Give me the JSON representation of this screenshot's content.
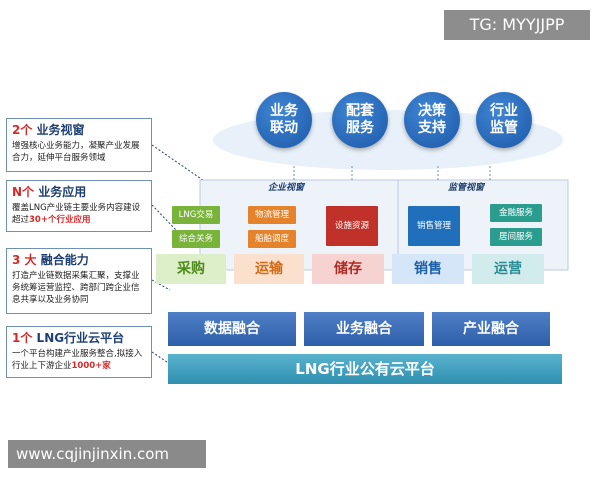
{
  "watermarks": {
    "top": "TG: MYYJJPP",
    "bottom": "www.cqjinjinxin.com"
  },
  "side_boxes": [
    {
      "num": "2个",
      "title": "业务视窗",
      "text": "增强核心业务能力，凝聚产业发展合力，延伸平台服务领域",
      "highlight": ""
    },
    {
      "num": "N个",
      "title": "业务应用",
      "text": "覆盖LNG产业链主要业务内容建设超过",
      "highlight": "30+个行业应用"
    },
    {
      "num": "3 大",
      "title": "融合能力",
      "text": "打造产业链数据采集汇聚，支撑业务统筹运营监控、跨部门跨企业信息共享以及业务协同",
      "highlight": ""
    },
    {
      "num": "1个",
      "title": "LNG行业云平台",
      "text": "一个平台构建产业服务整合,拟接入行业上下游企业",
      "highlight": "1000+家"
    }
  ],
  "top_circles": [
    "业务联动",
    "配套服务",
    "决策支持",
    "行业监管"
  ],
  "windows": {
    "enterprise": "企业视窗",
    "regulator": "监管视窗"
  },
  "apps": {
    "procurement": [
      "LNG交易",
      "综合关务"
    ],
    "transport": [
      "物流管理",
      "船舶调度"
    ],
    "storage": [
      "设施资源"
    ],
    "sales": [
      "销售管理"
    ],
    "operations": [
      "金融服务",
      "居间服务"
    ]
  },
  "segments": [
    "采购",
    "运输",
    "储存",
    "销售",
    "运营"
  ],
  "integration": [
    "数据融合",
    "业务融合",
    "产业融合"
  ],
  "platform": "LNG行业公有云平台",
  "colors": {
    "navy": "#1f3f72",
    "red": "#d42a2a",
    "blue": "#2d5ea8",
    "teal": "#2f8fb0",
    "green": "#7ab33a",
    "orange": "#e4832b",
    "crimson": "#c0312a"
  }
}
